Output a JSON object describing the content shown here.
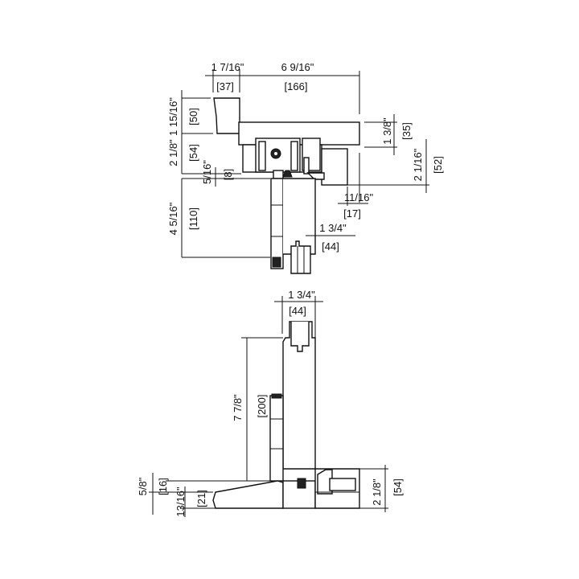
{
  "head_section": {
    "width_left_in": "1 7/16\"",
    "width_left_mm": "[37]",
    "width_total_in": "6 9/16\"",
    "width_total_mm": "[166]",
    "jamb_height_in": "1 15/16\"",
    "jamb_height_mm": "[50]",
    "track_height_in": "2 1/8\"",
    "track_height_mm": "[54]",
    "gap_in": "5/16\"",
    "gap_mm": "[8]",
    "hanger_height_in": "4 5/16\"",
    "hanger_height_mm": "[110]",
    "header_right_in": "1 3/8\"",
    "header_right_mm": "[35]",
    "frame_right_in": "2 1/16\"",
    "frame_right_mm": "[52]",
    "offset_in": "11/16\"",
    "offset_mm": "[17]",
    "panel_thickness_in": "1 3/4\"",
    "panel_thickness_mm": "[44]"
  },
  "sill_section": {
    "panel_thickness_in": "1 3/4\"",
    "panel_thickness_mm": "[44]",
    "rail_height_in": "7 7/8\"",
    "rail_height_mm": "[200]",
    "floor_gap_in": "5/8\"",
    "floor_gap_mm": "[16]",
    "threshold_in": "13/16\"",
    "threshold_mm": "[21]",
    "sill_height_in": "2 1/8\"",
    "sill_height_mm": "[54]"
  }
}
